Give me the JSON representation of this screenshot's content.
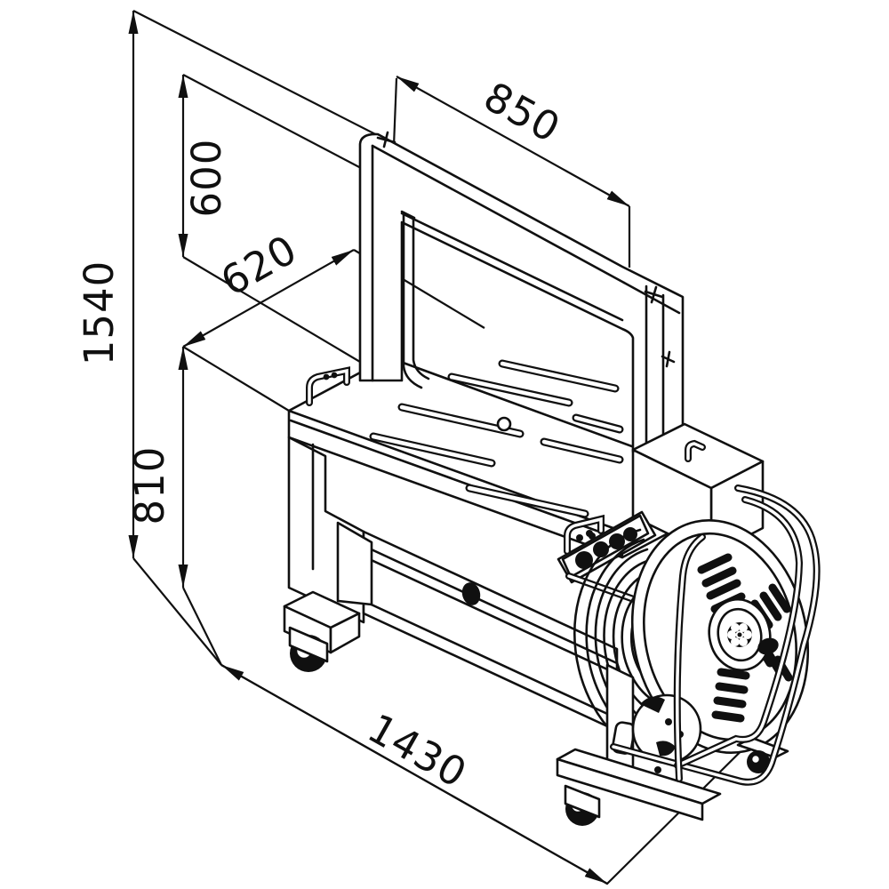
{
  "meta": {
    "drawing_type": "isometric dimensioned technical line drawing",
    "subject": "automatic-strapping-machine",
    "background_color": "#ffffff",
    "line_color": "#101010"
  },
  "dimensions": {
    "overall_height": {
      "value": "1540",
      "orientation": "vertical-left"
    },
    "arch_clearance_height": {
      "value": "600",
      "orientation": "vertical-left"
    },
    "table_depth": {
      "value": "620",
      "orientation": "isometric-depth"
    },
    "table_height": {
      "value": "810",
      "orientation": "vertical-left"
    },
    "arch_width": {
      "value": "850",
      "orientation": "isometric-length-top"
    },
    "overall_length": {
      "value": "1430",
      "orientation": "isometric-length-bottom"
    }
  },
  "parts": [
    "strapping-arch",
    "strap-guide-sled",
    "work-table",
    "table-slots",
    "strap-exit-hole",
    "guide-clips",
    "control-panel",
    "panel-buttons",
    "cabinet",
    "drawer-knob",
    "machine-legs",
    "caster-wheels",
    "strap-coil-reel",
    "reel-hub",
    "reel-guard-wire",
    "dispenser-stand",
    "brake-disc",
    "floor-outline"
  ]
}
